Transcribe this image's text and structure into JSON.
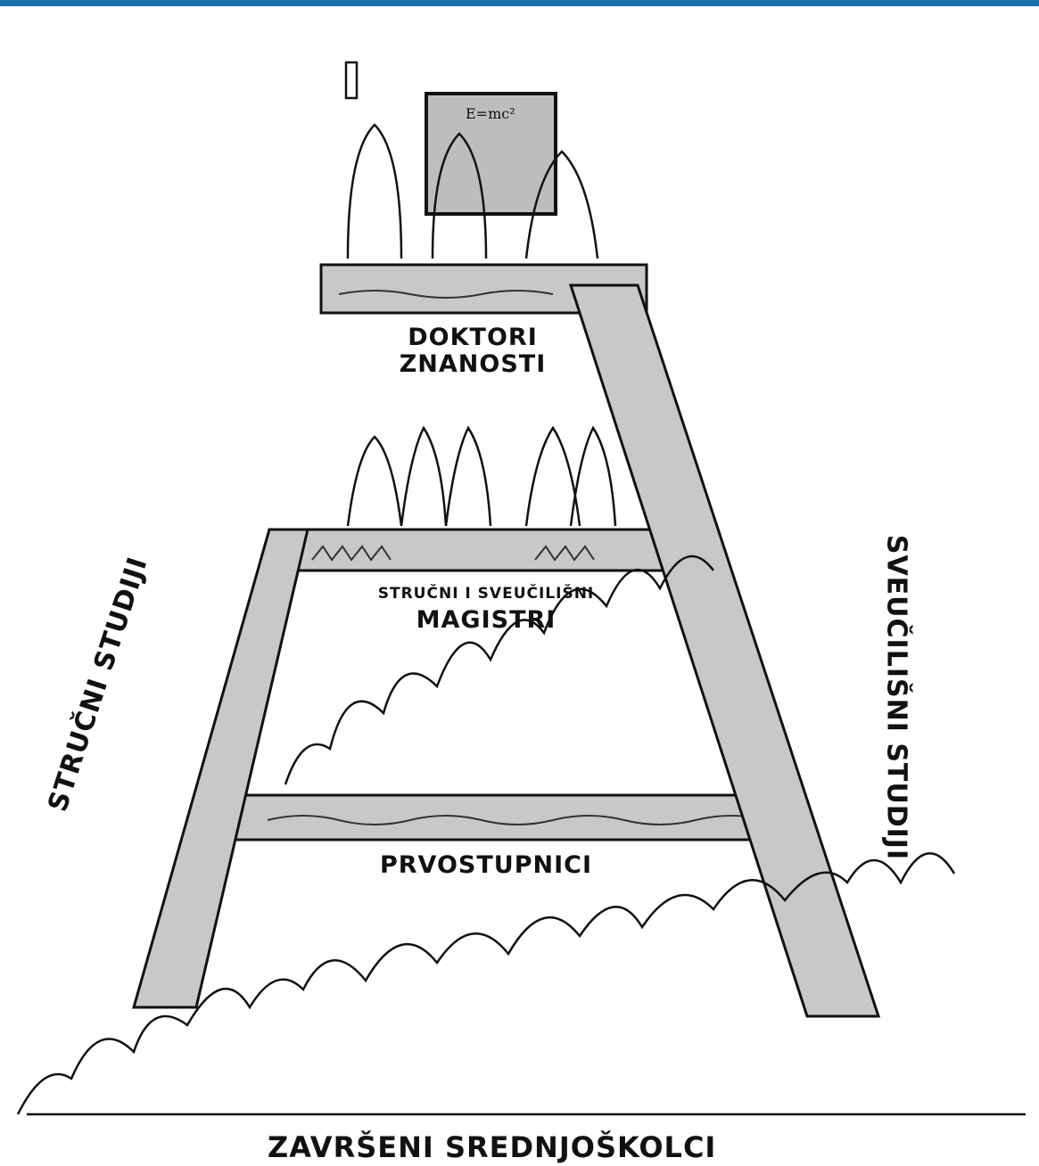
{
  "labels": {
    "doktori": "DOKTORI\nZNANOSTI",
    "magistri_prefix": "STRUČNI I SVEUČILIŠNI",
    "magistri": "MAGISTRI",
    "prvostupnici": "PRVOSTUPNICI",
    "zavrseni": "ZAVRŠENI SREDNJOŠKOLCI",
    "strucni_studiji": "STRUČNI STUDIJI",
    "sveucilisni_studiji": "SVEUČILIŠNI STUDIJI",
    "formula": "E=mc²"
  },
  "colors": {
    "bar": "#1e6fae",
    "wood": "#c8c8c8",
    "ink": "#111111"
  }
}
